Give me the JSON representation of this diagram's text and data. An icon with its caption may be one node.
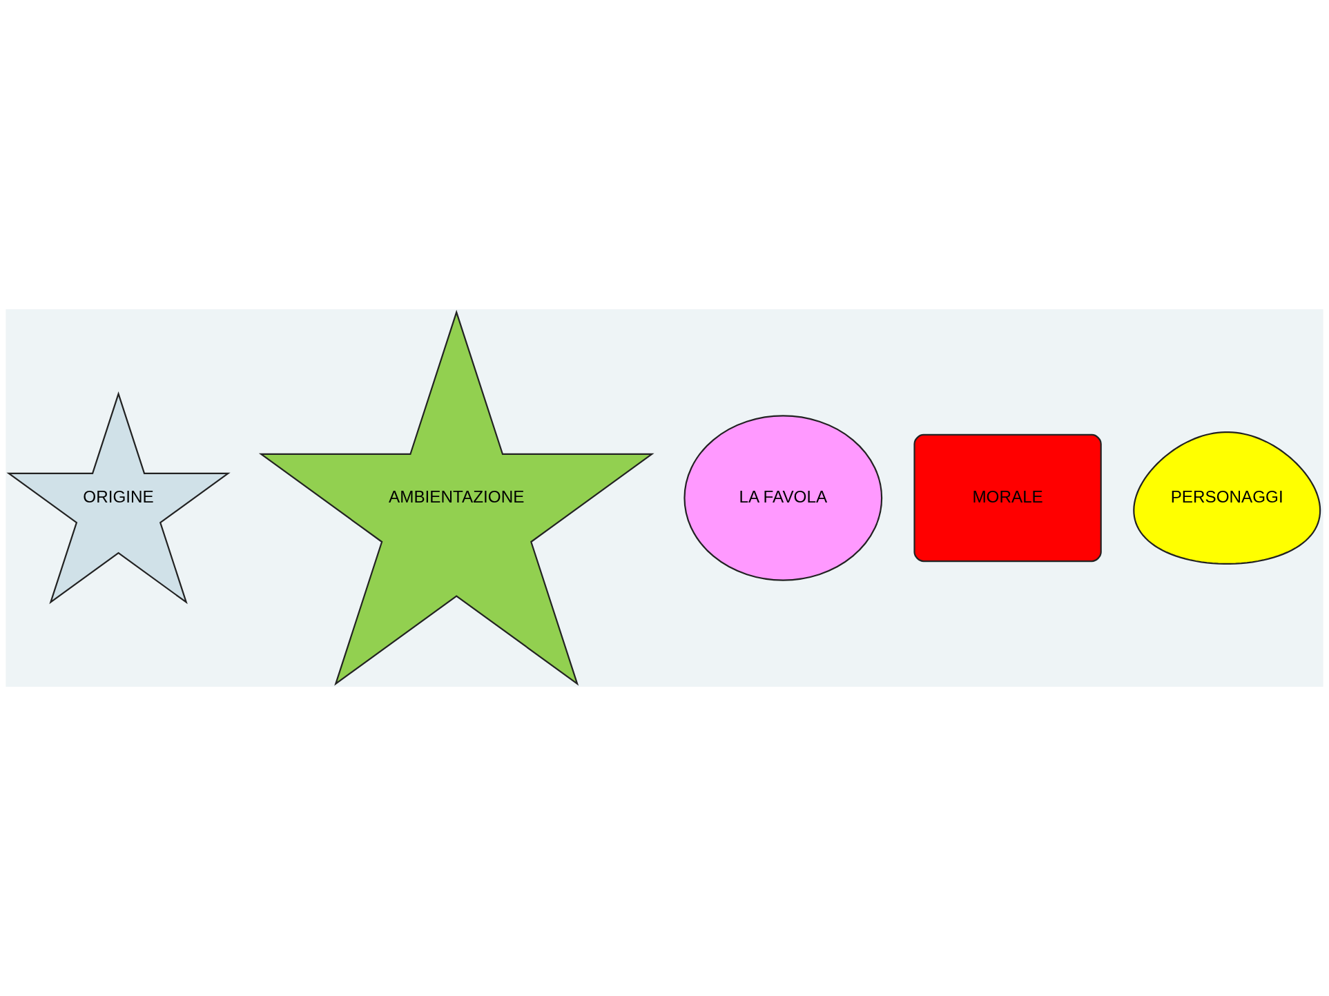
{
  "diagram": {
    "nodes": [
      {
        "text": [
          "ORIGINE"
        ]
      },
      {
        "text": [
          "AMBIENTAZIONE"
        ]
      },
      {
        "text": [
          "LA FAVOLA"
        ]
      },
      {
        "text": [
          "MORALE"
        ]
      },
      {
        "text": [
          "PERSONAGGI"
        ]
      }
    ]
  }
}
